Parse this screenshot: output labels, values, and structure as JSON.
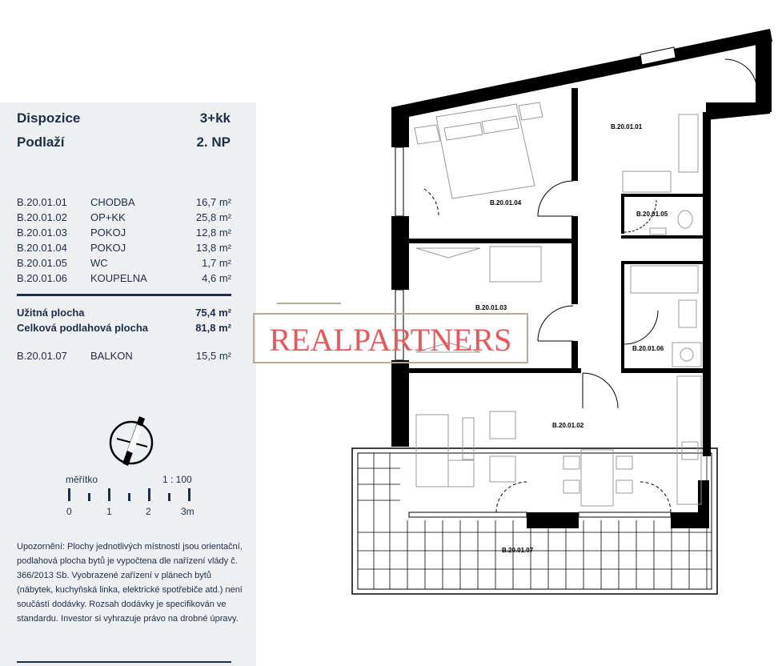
{
  "header": {
    "disposition_label": "Dispozice",
    "disposition_value": "3+kk",
    "floor_label": "Podlaží",
    "floor_value": "2. NP"
  },
  "rooms": [
    {
      "code": "B.20.01.01",
      "name": "CHODBA",
      "area": "16,7 m²"
    },
    {
      "code": "B.20.01.02",
      "name": "OP+KK",
      "area": "25,8 m²"
    },
    {
      "code": "B.20.01.03",
      "name": "POKOJ",
      "area": "12,8 m²"
    },
    {
      "code": "B.20.01.04",
      "name": "POKOJ",
      "area": "13,8 m²"
    },
    {
      "code": "B.20.01.05",
      "name": "WC",
      "area": "1,7 m²"
    },
    {
      "code": "B.20.01.06",
      "name": "KOUPELNA",
      "area": "4,6 m²"
    }
  ],
  "totals": {
    "usable_label": "Užitná plocha",
    "usable_value": "75,4 m²",
    "floor_area_label": "Celková podlahová plocha",
    "floor_area_value": "81,8 m²"
  },
  "balcony": {
    "code": "B.20.01.07",
    "name": "BALKON",
    "area": "15,5 m²"
  },
  "scale": {
    "label": "měřítko",
    "ratio": "1 : 100",
    "ticks": [
      "0",
      "1",
      "2",
      "3m"
    ]
  },
  "note": "Upozornění: Plochy jednotlivých místností jsou orientační, podlahová plocha bytů je vypočtena dle nařízení vlády č. 366/2013 Sb. Vyobrazené zařízení v plánech bytů (nábytek, kuchyňská linka, elektrické spotřebiče atd.) není součástí dodávky. Rozsah dodávky je specifikován ve standardu. Investor si vyhrazuje právo na drobné úpravy.",
  "plan_labels": {
    "chodba": "B.20.01.01",
    "op_kk": "B.20.01.02",
    "pokoj_03": "B.20.01.03",
    "pokoj_04": "B.20.01.04",
    "wc": "B.20.01.05",
    "koupelna": "B.20.01.06",
    "balkon": "B.20.01.07"
  },
  "watermark": "REALPARTNERS",
  "colors": {
    "text": "#1c2e48",
    "panel": "#eeeff0",
    "watermark": "#e8575a",
    "wall": "#000000"
  }
}
